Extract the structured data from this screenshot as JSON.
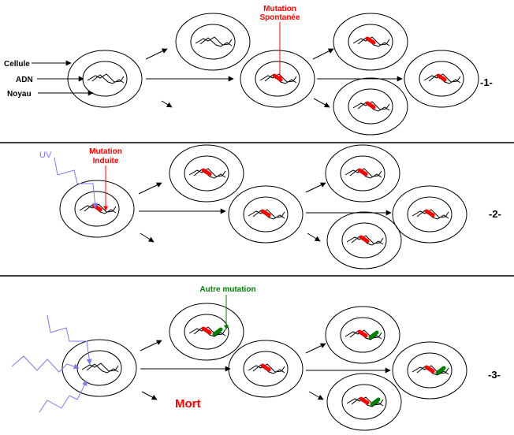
{
  "colors": {
    "line": "#000000",
    "mutation_red": "#ff0000",
    "mutation_green": "#008000",
    "uv": "#7b7bf0",
    "label_red": "#ff0000",
    "label_green": "#008000"
  },
  "legend": {
    "cellule": "Cellule",
    "adn": "ADN",
    "noyau": "Noyau"
  },
  "panels": [
    {
      "id": "1",
      "number_label": "-1-",
      "annotation": [
        "Mutation",
        "Spontanée"
      ],
      "annotation_color": "red"
    },
    {
      "id": "2",
      "number_label": "-2-",
      "uv_label": "UV",
      "annotation": [
        "Mutation",
        "Induite"
      ],
      "annotation_color": "red"
    },
    {
      "id": "3",
      "number_label": "-3-",
      "annotation": [
        "Autre mutation"
      ],
      "annotation_color": "green",
      "death_label": "Mort"
    }
  ]
}
